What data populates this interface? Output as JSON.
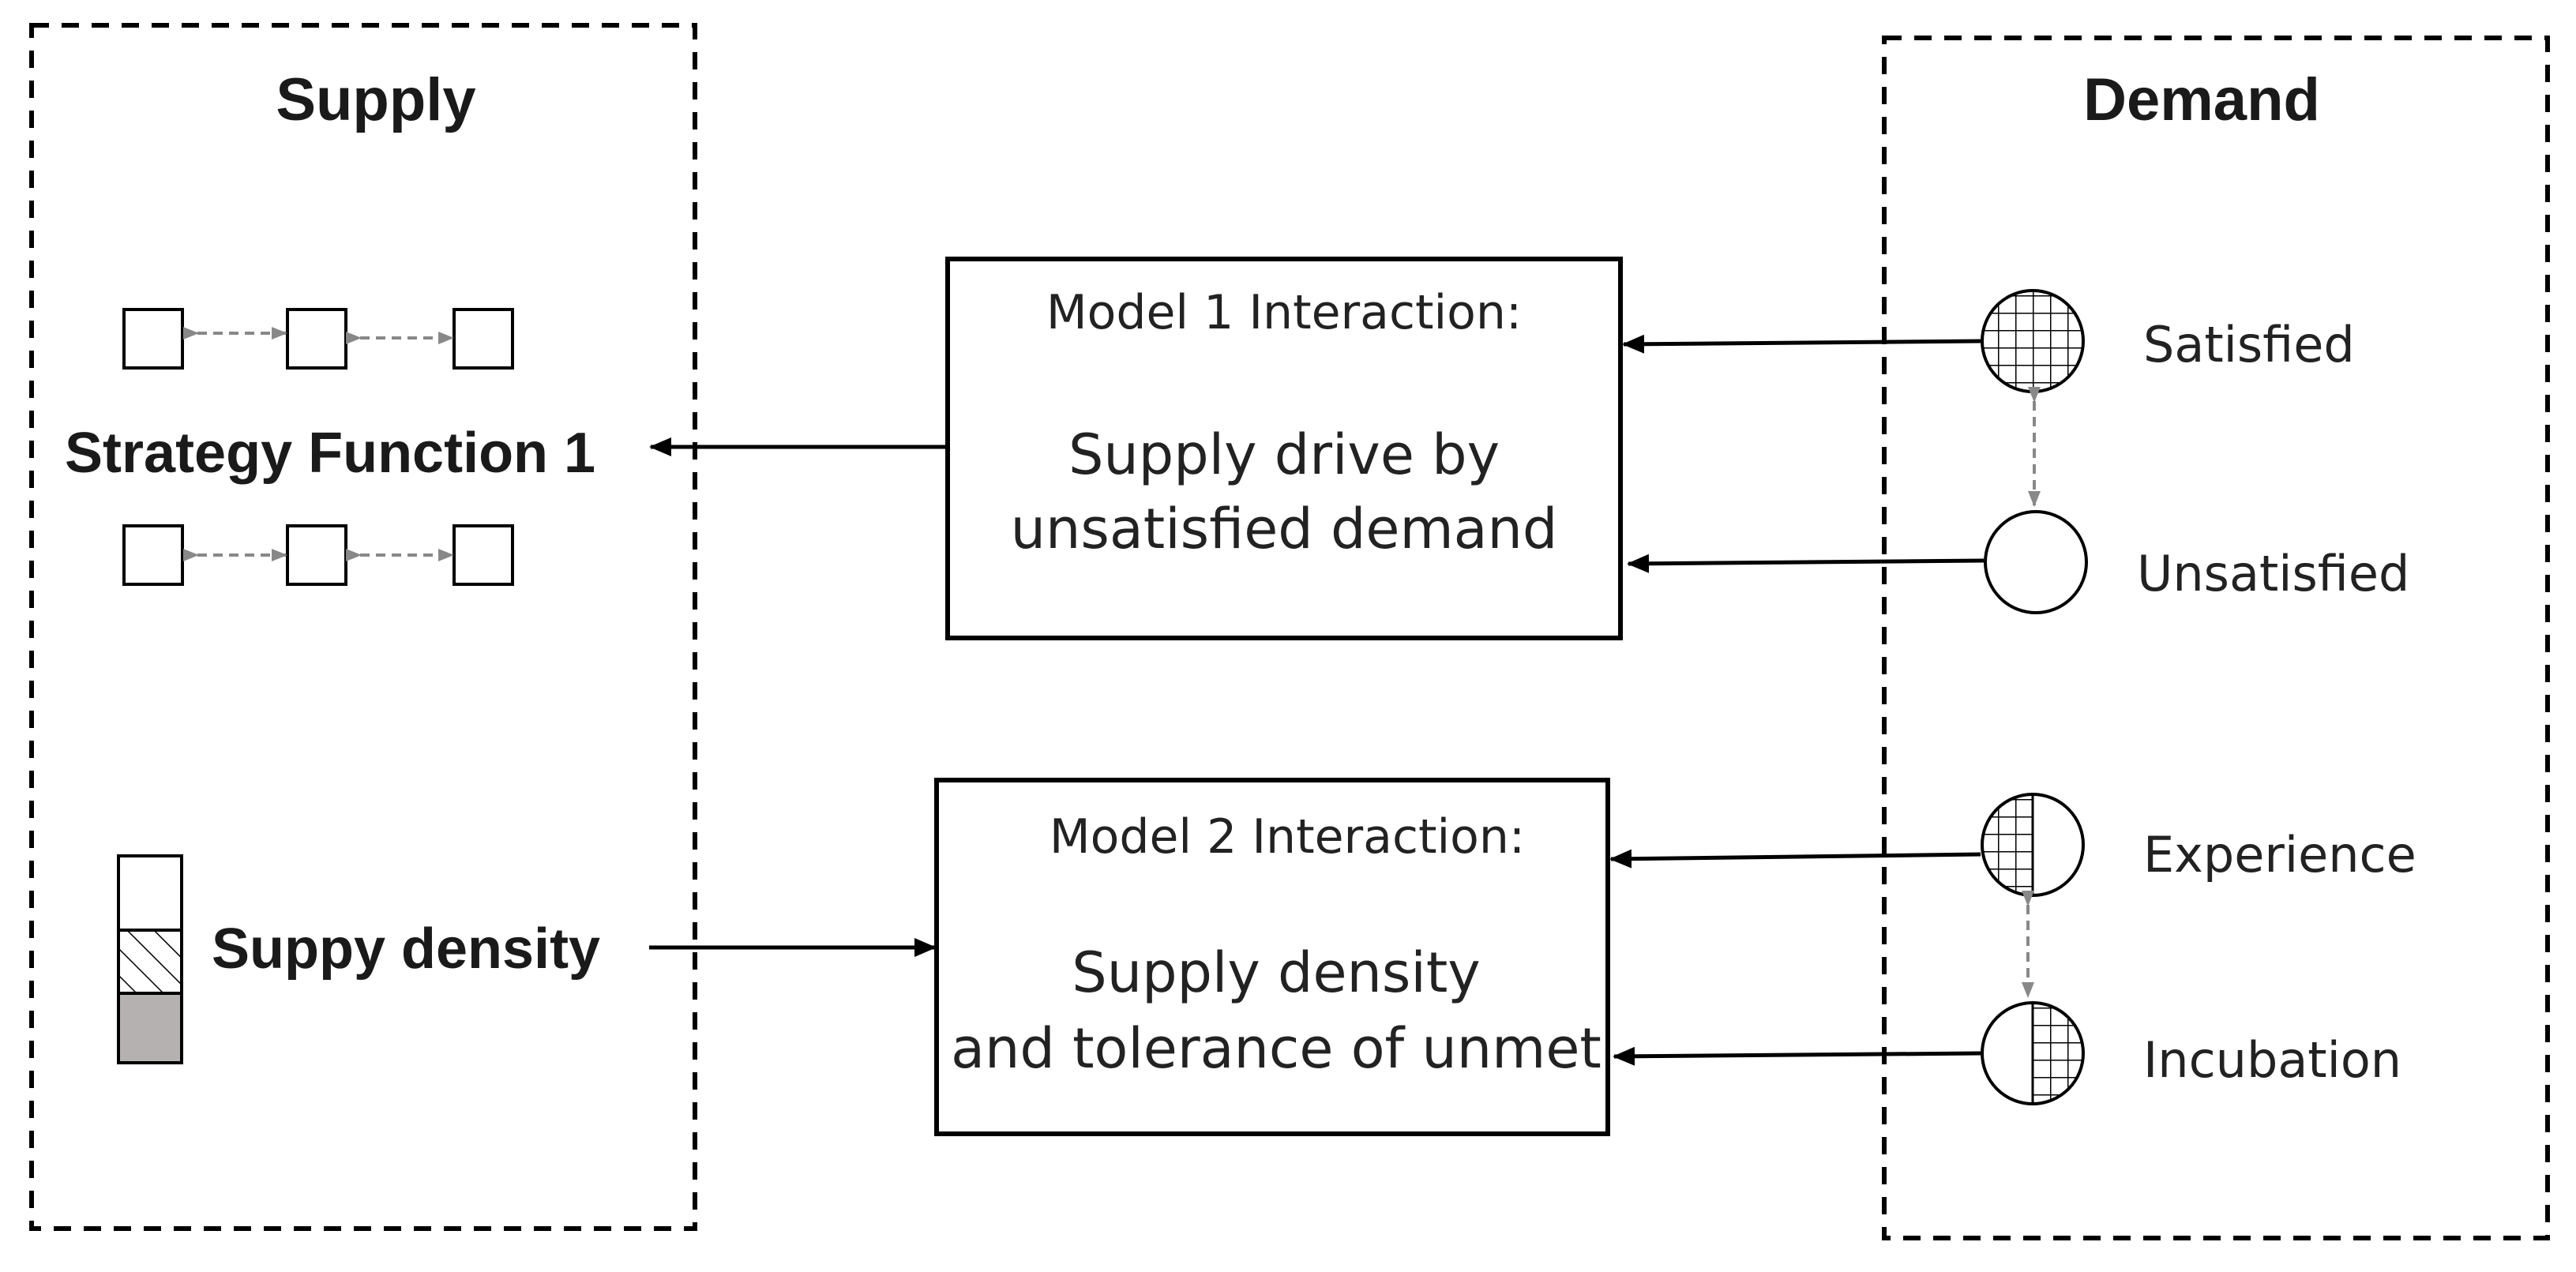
{
  "colors": {
    "line": "#000000",
    "dashed_connector": "#888888",
    "density_fill": "#b5b1b1"
  },
  "supply": {
    "title": "Supply",
    "strategy_label": "Strategy Function 1",
    "density_label": "Suppy density"
  },
  "demand": {
    "title": "Demand",
    "states": [
      "Satisfied",
      "Unsatisfied",
      "Experience",
      "Incubation"
    ]
  },
  "model1": {
    "heading": "Model 1 Interaction:",
    "body_line1": "Supply drive by",
    "body_line2": "unsatisfied demand"
  },
  "model2": {
    "heading": "Model 2 Interaction:",
    "body_line1": "Supply density",
    "body_line2": "and tolerance of unmet"
  }
}
